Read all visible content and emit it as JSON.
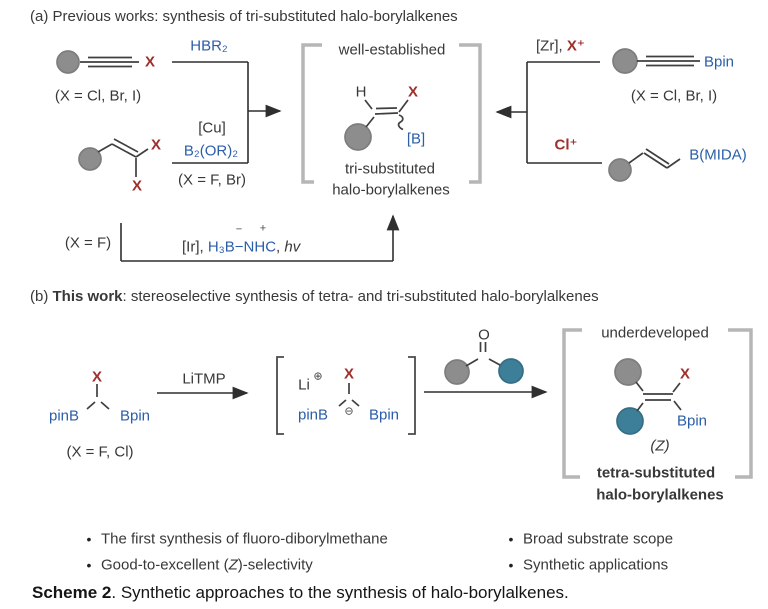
{
  "panel_a": {
    "title": "(a) Previous works: synthesis of tri-substituted halo-borylalkenes",
    "left_top": {
      "halide": "X",
      "reagent": "HBR₂",
      "condition": "(X = Cl, Br, I)"
    },
    "left_bottom": {
      "halide_top": "X",
      "halide_bottom": "X",
      "reagent_line1": "[Cu]",
      "reagent_line2": "B₂(OR)₂",
      "condition": "(X = F, Br)"
    },
    "center": {
      "banner": "well-established",
      "h_label": "H",
      "halide": "X",
      "boron_label": "[B]",
      "caption_line1": "tri-substituted",
      "caption_line2": "halo-borylalkenes"
    },
    "right_top": {
      "reagent_metal": "[Zr], ",
      "reagent_halide": "X⁺",
      "boron_label": "Bpin",
      "condition": "(X = Cl, Br, I)"
    },
    "right_bottom": {
      "reagent": "Cl⁺",
      "boron_label": "B(MIDA)"
    },
    "bottom_path": {
      "condition": "(X = F)",
      "reagent_prefix": "[Ir], ",
      "reagent_borane": "H₃B−NHC",
      "reagent_sep": ", ",
      "reagent_light": "hv",
      "minus_charge": "−",
      "plus_charge": "+"
    }
  },
  "panel_b": {
    "title_prefix": "(b) ",
    "title_bold": "This work",
    "title_rest": ": stereoselective synthesis of tetra- and tri-substituted halo-borylalkenes",
    "reactant": {
      "halide": "X",
      "boron_left": "pinB",
      "boron_right": "Bpin",
      "condition": "(X = F, Cl)"
    },
    "step1_reagent": "LiTMP",
    "intermediate": {
      "cation": "Li",
      "cation_charge": "⊕",
      "halide": "X",
      "carbanion_charge": "⊖",
      "boron_left": "pinB",
      "boron_right": "Bpin"
    },
    "ketone": {
      "oxygen": "O"
    },
    "product": {
      "banner": "underdeveloped",
      "halide": "X",
      "boron_label": "Bpin",
      "stereo_label": "(Z)",
      "caption_line1": "tetra-substituted",
      "caption_line2": "halo-borylalkenes"
    }
  },
  "highlights": {
    "bullet": "•",
    "left": [
      {
        "text": "The first synthesis of fluoro-diborylmethane"
      },
      {
        "prefix": "Good-to-excellent (",
        "italic": "Z",
        "suffix": ")-selectivity"
      }
    ],
    "right": [
      {
        "text": "Broad substrate scope"
      },
      {
        "text": "Synthetic applications"
      }
    ]
  },
  "caption": {
    "label": "Scheme 2",
    "text": ". Synthetic approaches to the synthesis of halo-borylalkenes."
  },
  "colors": {
    "reagent_blue": "#2b5ea8",
    "halide_red": "#9e2f2c",
    "ball_gray": "#8d8d8d",
    "ball_teal": "#3d7e98",
    "bracket_gray": "#b6b6b6",
    "text_dark": "#383838"
  }
}
